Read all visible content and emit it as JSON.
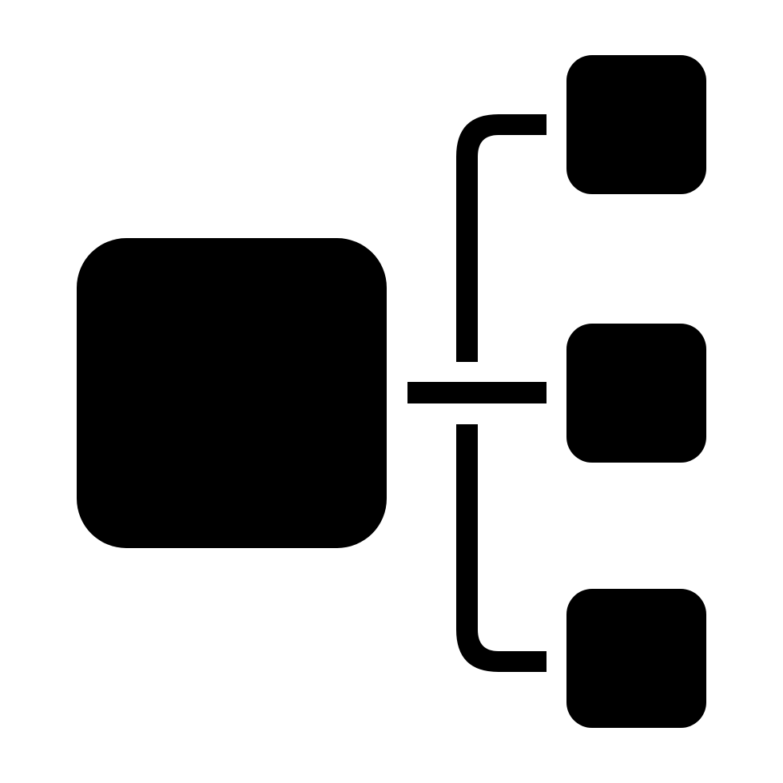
{
  "icon": {
    "name": "hierarchy-structure-icon",
    "fill_color": "#000000",
    "background_color": "#ffffff"
  },
  "diagram": {
    "root_node": {
      "name": "root-node"
    },
    "child_nodes": [
      {
        "name": "child-node-top"
      },
      {
        "name": "child-node-middle"
      },
      {
        "name": "child-node-bottom"
      }
    ],
    "connectors": [
      {
        "name": "connector-root-to-trunk"
      },
      {
        "name": "connector-trunk-upper"
      },
      {
        "name": "connector-trunk-lower"
      }
    ]
  }
}
